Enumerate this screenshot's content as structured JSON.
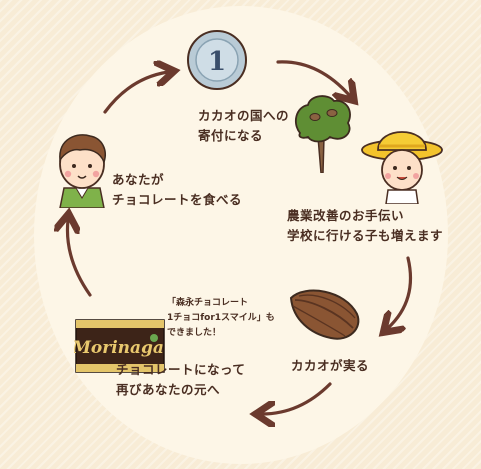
{
  "steps": [
    {
      "lines": [
        "カカオの国への",
        "寄付になる"
      ]
    },
    {
      "lines": [
        "農業改善のお手伝い",
        "学校に行ける子も増えます"
      ]
    },
    {
      "lines": [
        "カカオが実る"
      ]
    },
    {
      "lines": [
        "チョコレートになって",
        "再びあなたの元へ"
      ]
    },
    {
      "lines": [
        "あなたが",
        "チョコレートを食べる"
      ]
    }
  ],
  "note_lines": [
    "「森永チョコレート",
    "1チョコfor1スマイル」も",
    "できました！"
  ],
  "coin_text": "1",
  "choco_brand": "Morinaga",
  "colors": {
    "background": "#f8ecd6",
    "circle": "#fdf6e7",
    "text": "#4a2e22",
    "arrow": "#6b3a2e"
  }
}
